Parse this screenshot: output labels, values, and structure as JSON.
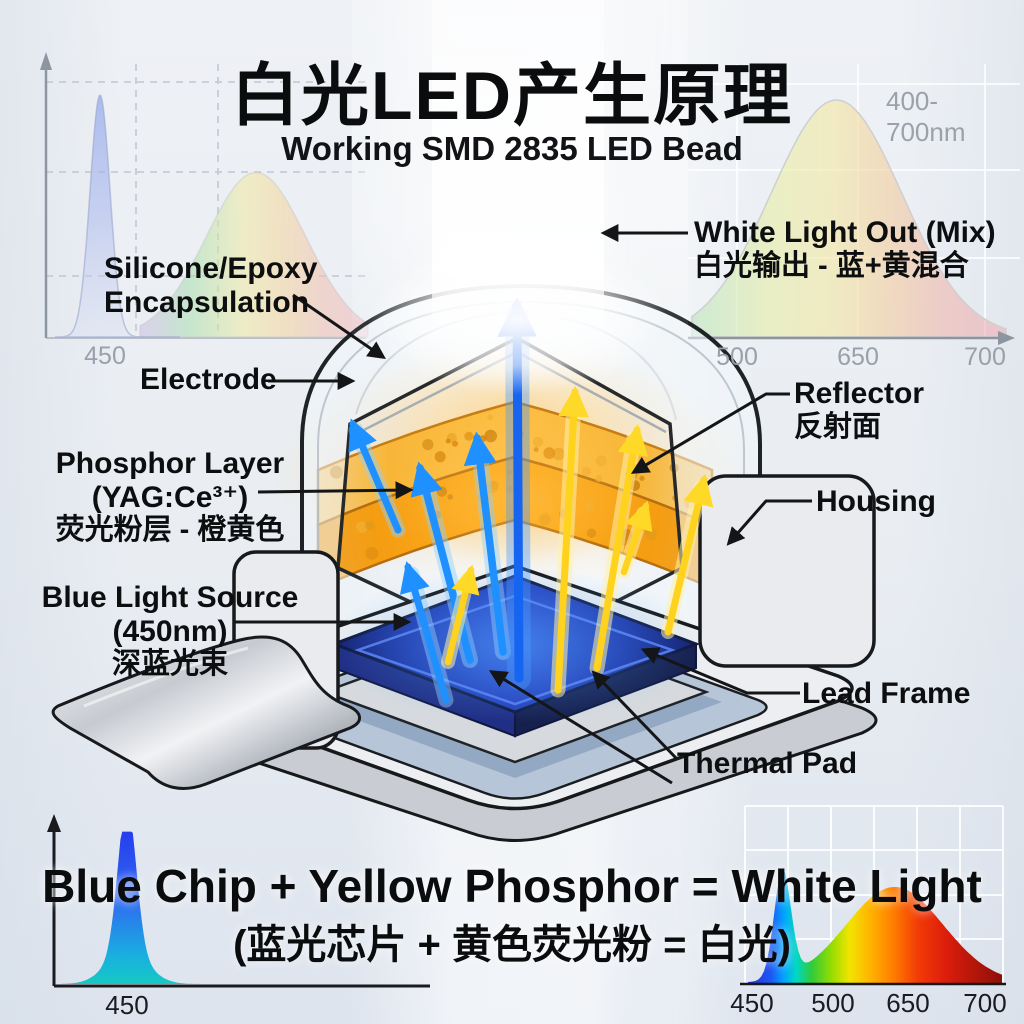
{
  "header": {
    "title": "白光LED产生原理",
    "subtitle": "Working SMD 2835 LED Bead",
    "range_badge": "400-700nm"
  },
  "callouts": {
    "encapsulation": {
      "line1": "Silicone/Epoxy",
      "line2": "Encapsulation"
    },
    "electrode": {
      "label": "Electrode"
    },
    "phosphor": {
      "line1": "Phosphor Layer",
      "line2": "(YAG:Ce³⁺)",
      "line3": "荧光粉层 - 橙黄色"
    },
    "blue_source": {
      "line1": "Blue Light Source",
      "line2": "(450nm)",
      "line3": "深蓝光束"
    },
    "white_out": {
      "line1": "White Light Out (Mix)",
      "line2": "白光输出 - 蓝+黄混合"
    },
    "reflector": {
      "line1": "Reflector",
      "line2": "反射面"
    },
    "housing": {
      "label": "Housing"
    },
    "lead_frame": {
      "label": "Lead Frame"
    },
    "thermal_pad": {
      "label": "Thermal Pad"
    }
  },
  "formula": {
    "line1": "Blue Chip + Yellow Phosphor = White Light",
    "line2": "(蓝光芯片 + 黄色荧光粉 = 白光)"
  },
  "colors": {
    "accent_blue": "#1e63f0",
    "deep_blue_chip": "#1d34a8",
    "phosphor_orange": "#f59d12",
    "arrow_yellow": "#ffd21e",
    "ink": "#101113",
    "tick_gray": "#98a0aa"
  },
  "chart_data": [
    {
      "name": "background-spectrum-top-left",
      "type": "area",
      "x_unit": "nm",
      "ticks": [
        "450"
      ],
      "grid": "dashed",
      "series": [
        {
          "name": "blue-led-peak",
          "peaks": [
            {
              "center": 450,
              "sigma": 10,
              "height": 1.0
            }
          ]
        },
        {
          "name": "phosphor-band",
          "peaks": [
            {
              "center": 578,
              "sigma": 50,
              "height": 0.68
            }
          ]
        }
      ]
    },
    {
      "name": "background-spectrum-top-right-white-mix",
      "type": "area",
      "x_unit": "nm",
      "ticks": [
        "500",
        "650",
        "700"
      ],
      "grid": "faint",
      "series": [
        {
          "name": "white-mix",
          "peaks": [
            {
              "center": 585,
              "sigma": 52,
              "height": 1.0
            }
          ]
        }
      ]
    },
    {
      "name": "blue-chip-emission",
      "type": "area",
      "x_unit": "nm",
      "ticks": [
        "450"
      ],
      "grid": "none",
      "series": [
        {
          "name": "blue-450nm",
          "peaks": [
            {
              "center": 450,
              "sigma": 9,
              "height": 1.0
            },
            {
              "center": 450,
              "sigma": 20,
              "height": 0.22
            }
          ]
        }
      ]
    },
    {
      "name": "white-led-output-spectrum",
      "type": "area",
      "x_unit": "nm",
      "ticks": [
        "450",
        "500",
        "650",
        "700"
      ],
      "grid": "light",
      "series": [
        {
          "name": "white-led",
          "peaks": [
            {
              "center": 480,
              "sigma": 9,
              "height": 0.95
            },
            {
              "center": 600,
              "sigma": 52,
              "height": 0.85
            }
          ]
        }
      ]
    }
  ]
}
